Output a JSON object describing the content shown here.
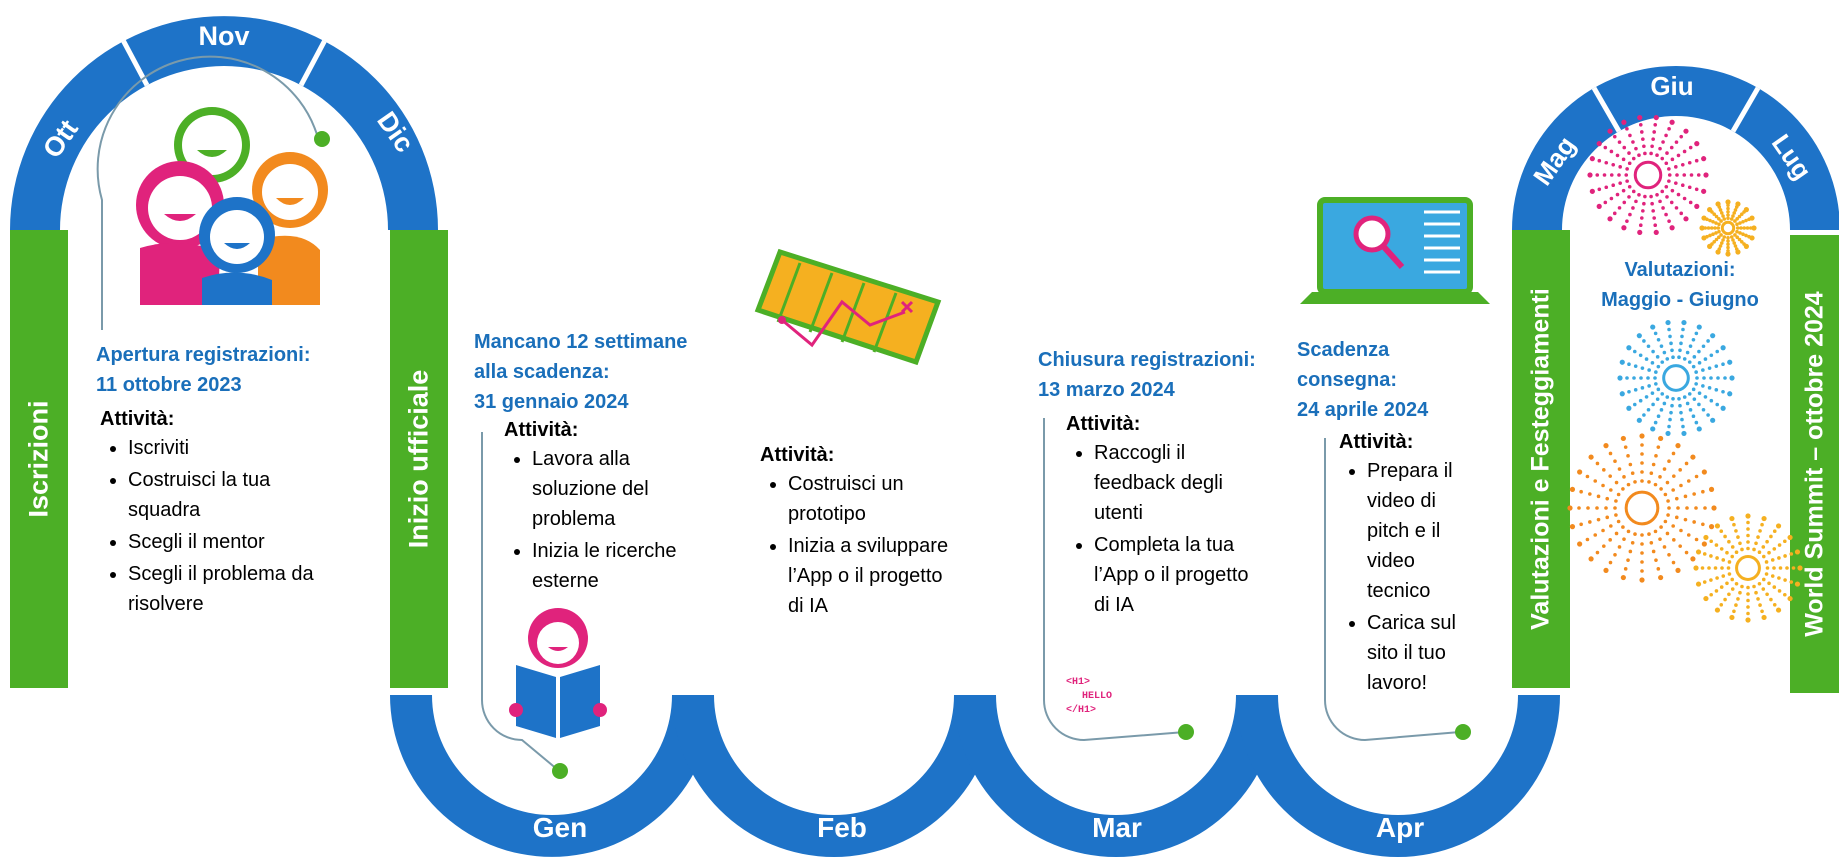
{
  "months": {
    "ott": "Ott",
    "nov": "Nov",
    "dic": "Dic",
    "gen": "Gen",
    "feb": "Feb",
    "mar": "Mar",
    "apr": "Apr",
    "mag": "Mag",
    "giu": "Giu",
    "lug": "Lug"
  },
  "pillars": {
    "iscrizioni": "Iscrizioni",
    "inizio": "Inizio ufficiale",
    "valutazioni": "Valutazioni e Festeggiamenti",
    "summit": "World Summit – ottobre 2024"
  },
  "colors": {
    "blue": "#1e73c8",
    "green": "#4caf26",
    "text_blue": "#1a6fba"
  },
  "icons": [
    "people-group-icon",
    "child-reading-icon",
    "map-icon",
    "laptop-search-icon",
    "html-code-icon",
    "fireworks-icon"
  ],
  "stages": {
    "s1": {
      "date_line1": "Apertura registrazioni:",
      "date_line2": "11 ottobre 2023",
      "activities_title": "Attività:",
      "items": [
        "Iscriviti",
        "Costruisci la tua squadra",
        "Scegli il mentor",
        "Scegli il problema da risolvere"
      ]
    },
    "s2": {
      "date_line1": "Mancano 12 settimane",
      "date_line2": "alla scadenza:",
      "date_line3": "31 gennaio 2024",
      "activities_title": "Attività:",
      "items": [
        "Lavora alla soluzione del problema",
        "Inizia le ricerche esterne"
      ]
    },
    "s3": {
      "activities_title": "Attività:",
      "items": [
        "Costruisci un prototipo",
        "Inizia a sviluppare l’App o il progetto di IA"
      ]
    },
    "s4": {
      "date_line1": "Chiusura registrazioni:",
      "date_line2": "13 marzo 2024",
      "activities_title": "Attività:",
      "items": [
        "Raccogli il feedback degli utenti",
        "Completa la tua l’App o il progetto di IA"
      ]
    },
    "s5": {
      "date_line1": "Scadenza",
      "date_line2": "consegna:",
      "date_line3": "24 aprile 2024",
      "activities_title": "Attività:",
      "items": [
        "Prepara il video di pitch e il video tecnico",
        "Carica sul sito il tuo lavoro!"
      ]
    },
    "s6": {
      "date_line1": "Valutazioni:",
      "date_line2": "Maggio - Giugno"
    }
  },
  "code_icon_text": {
    "l1": "<H1>",
    "l2": "HELLO",
    "l3": "</H1>"
  }
}
